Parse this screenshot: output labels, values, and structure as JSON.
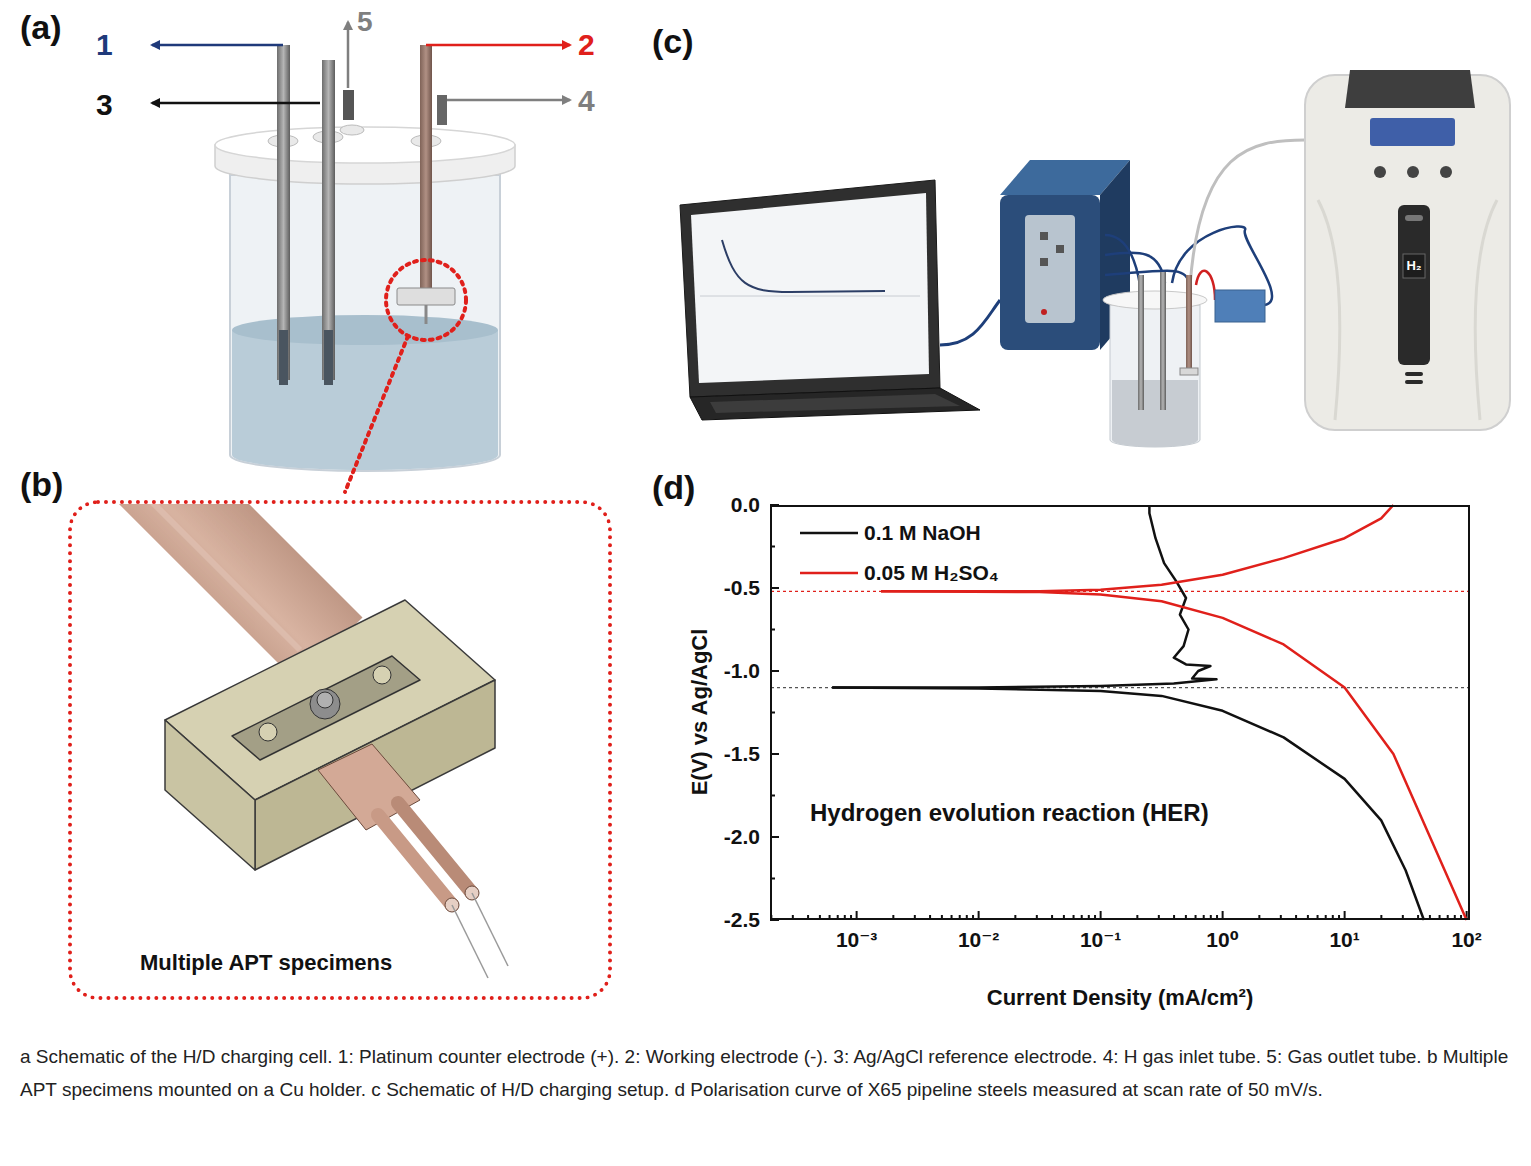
{
  "diagram": {
    "caption": "a Schematic of the H/D charging cell. 1: Platinum counter electrode (+). 2: Working electrode (-). 3: Ag/AgCl reference electrode. 4: H gas inlet tube. 5: Gas outlet tube. b Multiple APT specimens mounted on a Cu holder. c Schematic of H/D charging setup. d Polarisation curve of X65 pipeline steels measured at scan rate of 50 mV/s.",
    "nodes": [
      {
        "text": [
          "Multiple APT specimens"
        ]
      },
      {
        "text": [
          "Hydrogen evolution reaction (HER)"
        ]
      }
    ],
    "labels": [
      "(a)",
      "1",
      "5",
      "2",
      "3",
      "4",
      "(b)",
      "(c)",
      "H₂",
      "(d)",
      "0.0",
      "-0.5",
      "-1.0",
      "-1.5",
      "-2.0",
      "-2.5",
      "10⁻³",
      "10⁻²",
      "10⁻¹",
      "10⁰",
      "10¹",
      "10²",
      "E(V) vs Ag/AgCl",
      "Current Density (mA/cm²)"
    ],
    "legend": [
      {
        "text": "0.1 M NaOH"
      },
      {
        "text": "0.05 M H₂SO₄"
      }
    ]
  }
}
